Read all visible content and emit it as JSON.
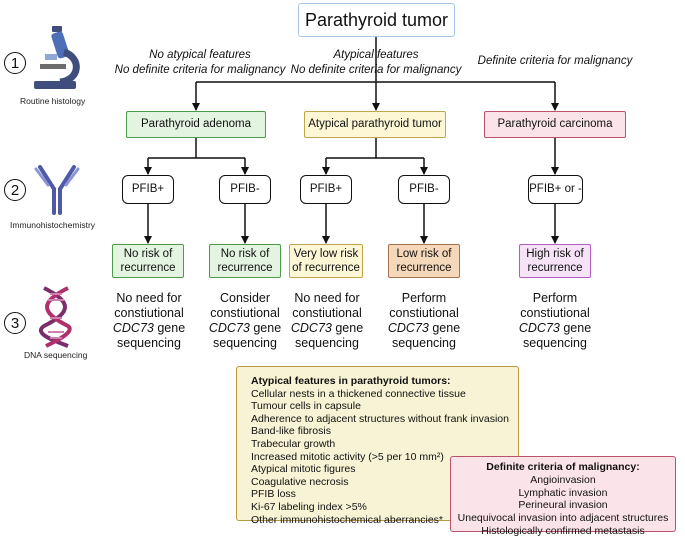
{
  "title": "Parathyroid tumor",
  "steps": [
    {
      "number": "1",
      "label": "Routine histology",
      "icon": "microscope-icon"
    },
    {
      "number": "2",
      "label": "Immunohistochemistry",
      "icon": "antibody-icon"
    },
    {
      "number": "3",
      "label": "DNA sequencing",
      "icon": "dna-helix-icon"
    }
  ],
  "criteria": {
    "adenoma_line1": "No atypical features",
    "adenoma_line2": "No definite criteria for malignancy",
    "atypical_line1": "Atypical features",
    "atypical_line2": "No definite criteria for malignancy",
    "carcinoma_line1": "Definite criteria for malignancy"
  },
  "diagnoses": {
    "adenoma": "Parathyroid adenoma",
    "atypical": "Atypical parathyroid tumor",
    "carcinoma": "Parathyroid carcinoma"
  },
  "pfib": {
    "pos": "PFIB+",
    "neg": "PFIB-",
    "either": "PFIB+ or -"
  },
  "risks": {
    "no_risk_line1": "No risk of",
    "no_risk_line2": "recurrence",
    "very_low_line1": "Very low risk",
    "very_low_line2": "of recurrence",
    "low_line1": "Low risk of",
    "low_line2": "recurrence",
    "high_line1": "High risk of",
    "high_line2": "recurrence"
  },
  "guidance": {
    "no_need_line1": "No need for",
    "no_need_line2": "constiutional",
    "consider_line1": "Consider",
    "consider_line2": "constiutional",
    "perform_line1": "Perform",
    "perform_line2": "constiutional",
    "gene": "CDC73",
    "gene_suffix": " gene",
    "sequencing": "sequencing"
  },
  "atypical_features": {
    "heading": "Atypical features in parathyroid tumors:",
    "items": [
      "Cellular nests in a thickened connective tissue",
      "Tumour cells in capsule",
      "Adherence to adjacent structures without frank invasion",
      "Band-like fibrosis",
      "Trabecular growth",
      "Increased mitotic activity (>5 per 10 mm²)",
      "Atypical mitotic figures",
      "Coagulative necrosis",
      "PFIB loss",
      "Ki-67 labeling index >5%",
      "Other immunohistochemical aberrancies*"
    ]
  },
  "malignancy_criteria": {
    "heading": "Definite criteria of malignancy:",
    "items": [
      "Angioinvasion",
      "Lymphatic invasion",
      "Perineural invasion",
      "Unequivocal invasion into adjacent structures",
      "Histologically confirmed metastasis"
    ]
  },
  "colors": {
    "adenoma_fill": "#e3f4e0",
    "atypical_fill": "#fdf7d6",
    "carcinoma_fill": "#fbe4e9",
    "low_risk_fill": "#f4d8b9",
    "high_risk_fill": "#f6e3f8"
  }
}
